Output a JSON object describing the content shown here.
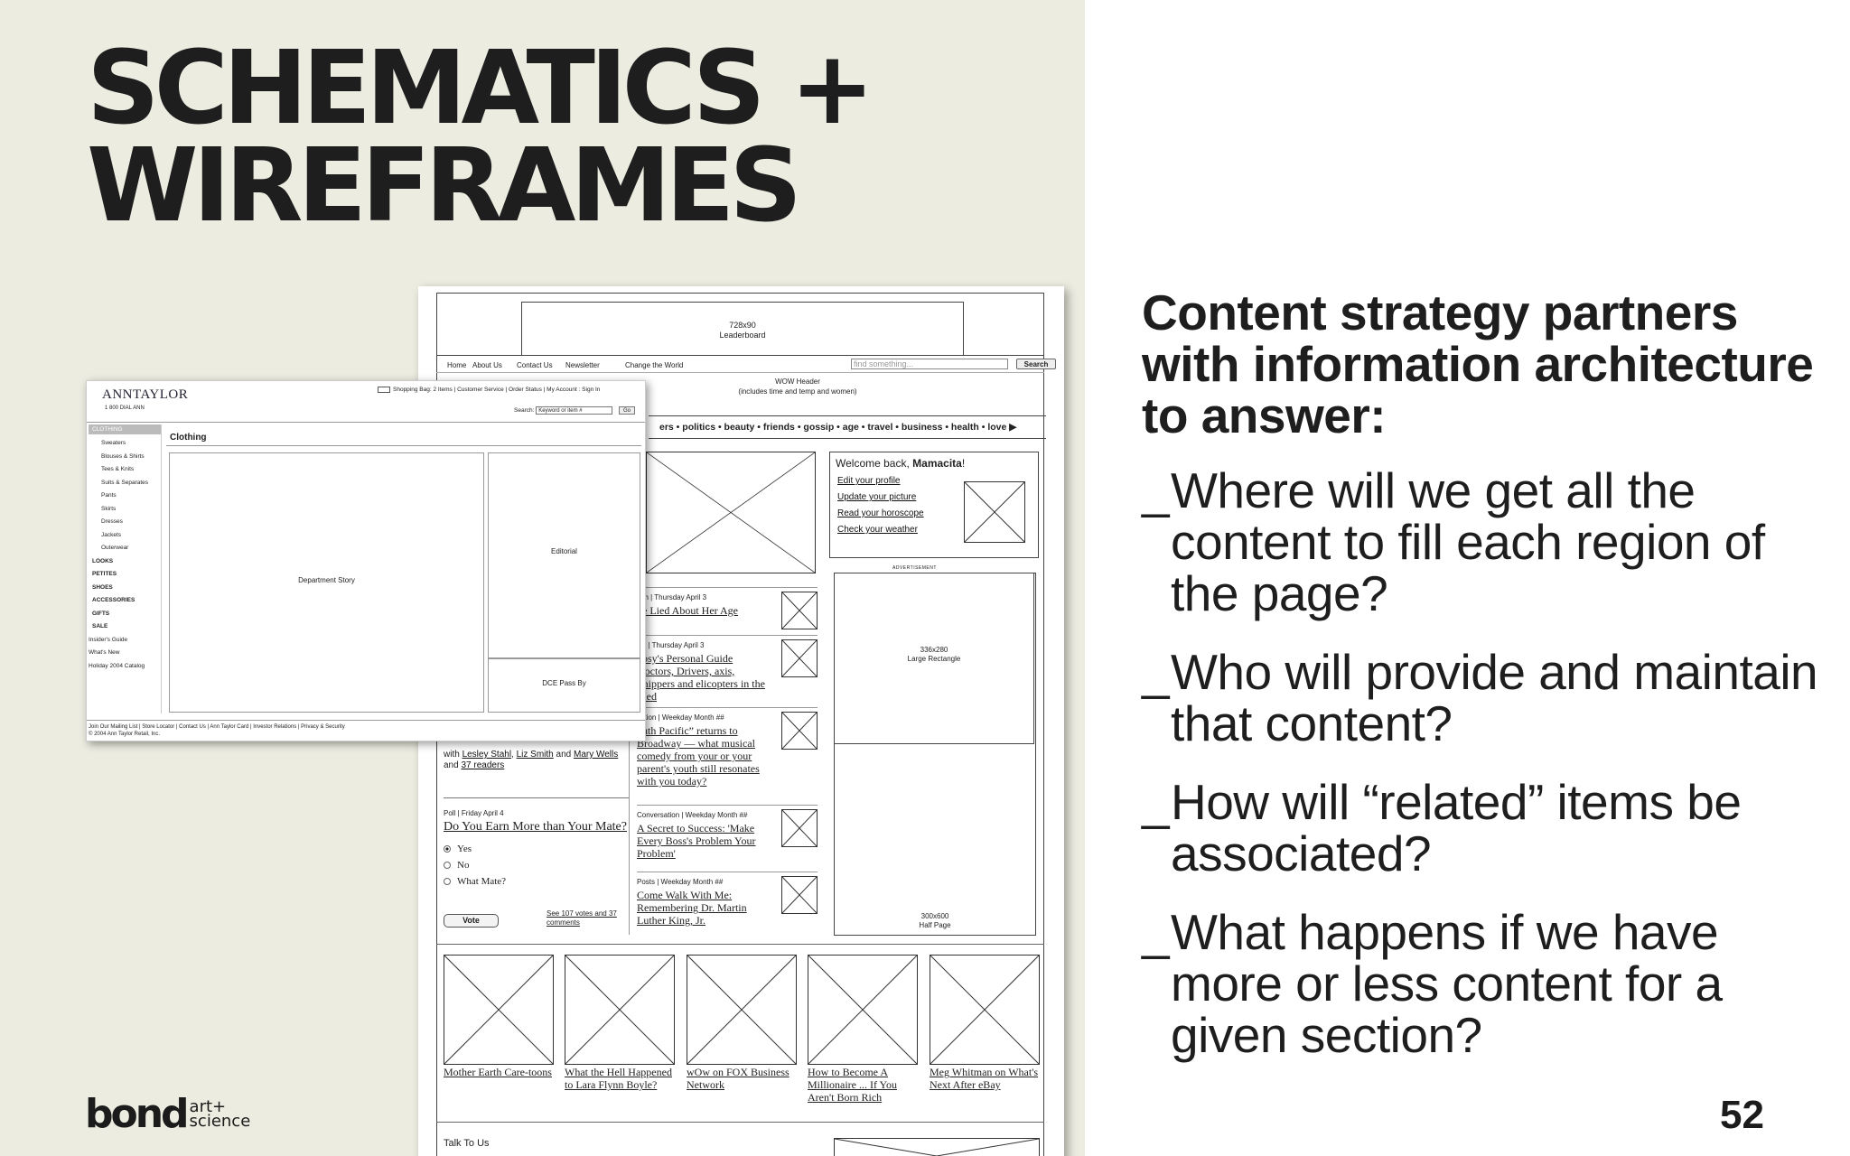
{
  "slide": {
    "title_line1": "SCHEMATICS +",
    "title_line2": "WIREFRAMES",
    "heading": "Content strategy partners with information architecture to answer:",
    "dash": "_",
    "questions": [
      "Where will we get all the content to fill each region of the page?",
      "Who will provide and maintain that content?",
      "How will “related” items be associated?",
      "What happens if we have more or less content for a given section?"
    ],
    "page_number": "52",
    "logo_main": "bond",
    "logo_sub1": "art+",
    "logo_sub2": "science",
    "colors": {
      "left_bg": "#ecece1",
      "text": "#1e1e1e"
    }
  },
  "wireframe": {
    "leaderboard_size": "728x90",
    "leaderboard_label": "Leaderboard",
    "nav": [
      "Home",
      "About Us",
      "Contact Us",
      "Newsletter",
      "Change the World"
    ],
    "search_placeholder": "find something...",
    "search_button": "Search",
    "header_line1": "WOW Header",
    "header_line2": "(includes time and temp and women)",
    "channels": "ers • politics • beauty • friends • gossip • age • travel • business • health • love ▶",
    "welcome_prefix": "Welcome back, ",
    "welcome_name": "Mamacita",
    "welcome_suffix": "!",
    "welcome_links": [
      "Edit your profile",
      "Update your picture",
      "Read your horoscope",
      "Check your weather"
    ],
    "ad_label": "ADVERTISEMENT",
    "rect_size": "336x280",
    "rect_label": "Large Rectangle",
    "half_size": "300x600",
    "half_label": "Half Page",
    "stories": [
      {
        "meta": "tion | Thursday April 3",
        "head": "ne Lied About Her Age"
      },
      {
        "meta": "sts | Thursday April 3",
        "head": "ypsy's Personal Guide Doctors, Drivers, axis, Shippers and elicopters in the Med"
      },
      {
        "meta": "estion | Weekday Month ##",
        "head": "outh Pacific” returns to Broadway — what musical comedy from your or your parent's youth still resonates with you today?"
      },
      {
        "meta": "Conversation | Weekday Month ##",
        "head": "A Secret to Success: 'Make Every Boss's Problem Your Problem'"
      },
      {
        "meta": "Posts | Weekday Month ##",
        "head": "Come Walk With Me: Remembering Dr. Martin Luther King, Jr."
      }
    ],
    "readers_with": "with ",
    "readers_names": [
      "Lesley Stahl",
      "Liz Smith",
      "Mary Wells"
    ],
    "readers_and": " and ",
    "readers_count": "37 readers",
    "poll_meta": "Poll | Friday April 4",
    "poll_head": "Do You Earn More than Your Mate?",
    "poll_options": [
      "Yes",
      "No",
      "What Mate?"
    ],
    "vote_button": "Vote",
    "see_votes": "See 107 votes and 37 comments",
    "bottom_items": [
      "Mother Earth Care-toons",
      "What the Hell Happened to Lara Flynn Boyle?",
      "wOw on FOX Business Network",
      "How to Become A Millionaire ... If You Aren't Born Rich",
      "Meg Whitman on What's Next After eBay"
    ],
    "talk_label": "Talk To Us"
  },
  "anntaylor": {
    "logo": "ANNTAYLOR",
    "phone": "1 800 DIAL ANN",
    "top_links": "Shopping Bag: 2 Items  |  Customer Service  |  Order Status  |  My Account : Sign In",
    "search_label": "Search:",
    "search_placeholder": "Keyword or item #",
    "go_button": "Go",
    "sidebar_highlight": "CLOTHING",
    "sidebar_sub": [
      "Sweaters",
      "Blouses & Shirts",
      "Tees & Knits",
      "Suits & Separates",
      "Pants",
      "Skirts",
      "Dresses",
      "Jackets",
      "Outerwear"
    ],
    "sidebar_cats": [
      "LOOKS",
      "PETITES",
      "SHOES",
      "ACCESSORIES",
      "GIFTS",
      "SALE"
    ],
    "sidebar_misc": [
      "Insider's Guide",
      "What's New",
      "Holiday 2004 Catalog"
    ],
    "section_title": "Clothing",
    "dept_story": "Department Story",
    "editorial": "Editorial",
    "dce": "DCE Pass By",
    "footer_links": "Join Our Mailing List  |  Store Locator  |  Contact Us  |  Ann Taylor Card  |  Investor Relations  |  Privacy & Security",
    "copyright": "© 2004 Ann Taylor Retail, Inc."
  }
}
